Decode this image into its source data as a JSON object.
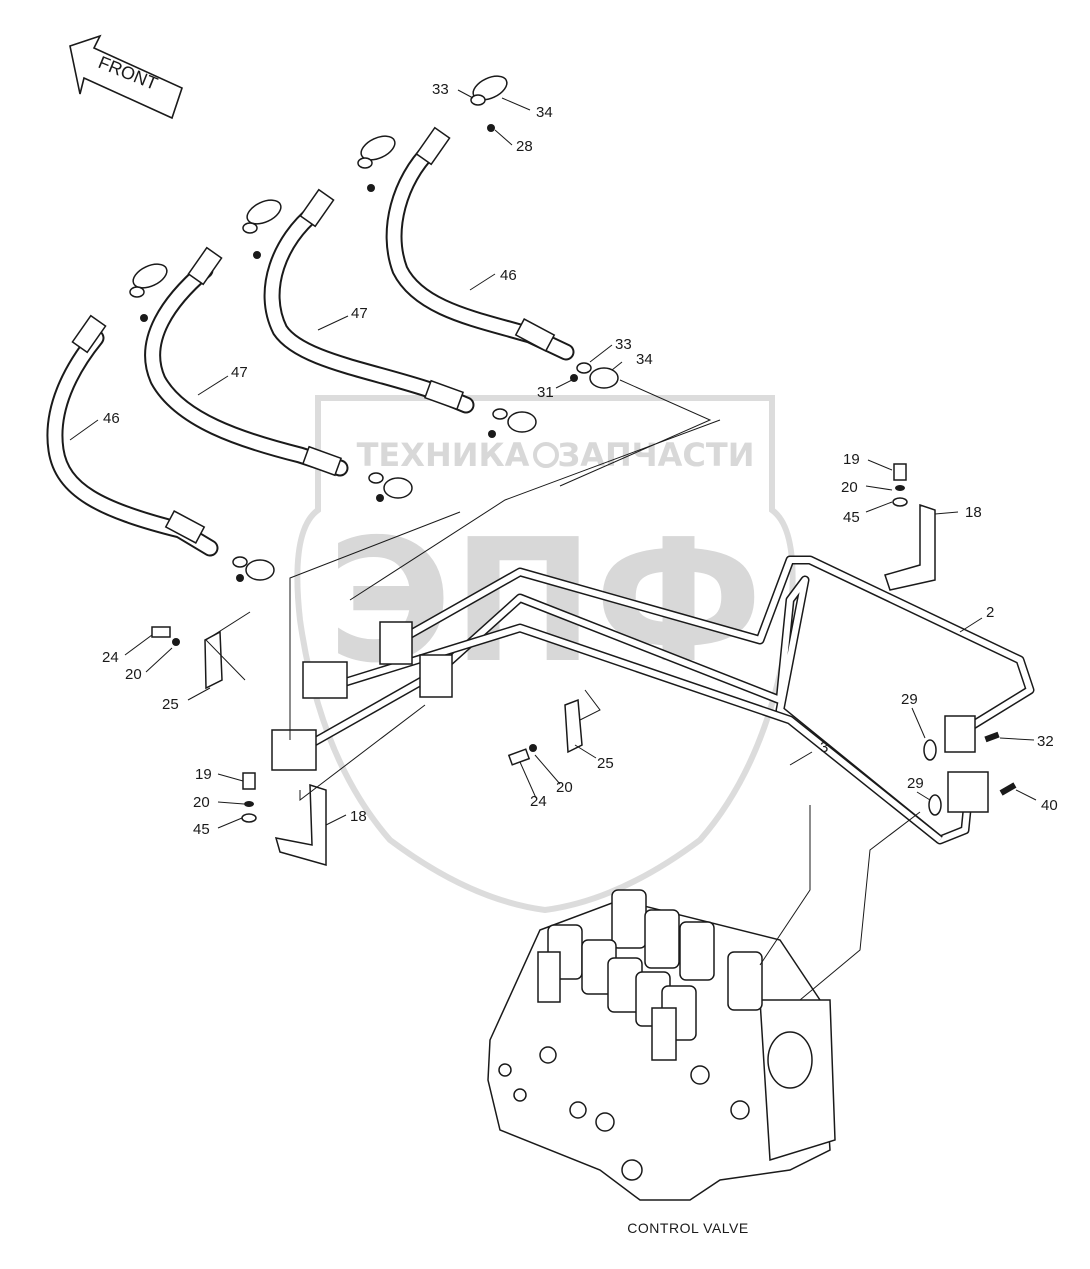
{
  "front_arrow": {
    "text": "FRONT"
  },
  "caption": {
    "text": "CONTROL VALVE"
  },
  "watermark": {
    "top_text_left": "ТЕХНИКА",
    "top_text_right": "ЗАПЧАСТИ",
    "letters": "ЭПФ"
  },
  "callouts": [
    {
      "id": "c-33-top",
      "text": "33"
    },
    {
      "id": "c-34-top",
      "text": "34"
    },
    {
      "id": "c-28",
      "text": "28"
    },
    {
      "id": "c-46-right",
      "text": "46"
    },
    {
      "id": "c-47-right",
      "text": "47"
    },
    {
      "id": "c-47-left",
      "text": "47"
    },
    {
      "id": "c-46-left",
      "text": "46"
    },
    {
      "id": "c-33-mid",
      "text": "33"
    },
    {
      "id": "c-34-mid",
      "text": "34"
    },
    {
      "id": "c-31",
      "text": "31"
    },
    {
      "id": "c-19-right",
      "text": "19"
    },
    {
      "id": "c-20-right",
      "text": "20"
    },
    {
      "id": "c-45-right",
      "text": "45"
    },
    {
      "id": "c-18-right",
      "text": "18"
    },
    {
      "id": "c-2",
      "text": "2"
    },
    {
      "id": "c-29-upper",
      "text": "29"
    },
    {
      "id": "c-32",
      "text": "32"
    },
    {
      "id": "c-3",
      "text": "3"
    },
    {
      "id": "c-29-lower",
      "text": "29"
    },
    {
      "id": "c-40",
      "text": "40"
    },
    {
      "id": "c-24-left",
      "text": "24"
    },
    {
      "id": "c-20-left",
      "text": "20"
    },
    {
      "id": "c-25-left",
      "text": "25"
    },
    {
      "id": "c-25-mid",
      "text": "25"
    },
    {
      "id": "c-20-mid",
      "text": "20"
    },
    {
      "id": "c-24-mid",
      "text": "24"
    },
    {
      "id": "c-19-left",
      "text": "19"
    },
    {
      "id": "c-20-lower",
      "text": "20"
    },
    {
      "id": "c-45-left",
      "text": "45"
    },
    {
      "id": "c-18-left",
      "text": "18"
    }
  ]
}
